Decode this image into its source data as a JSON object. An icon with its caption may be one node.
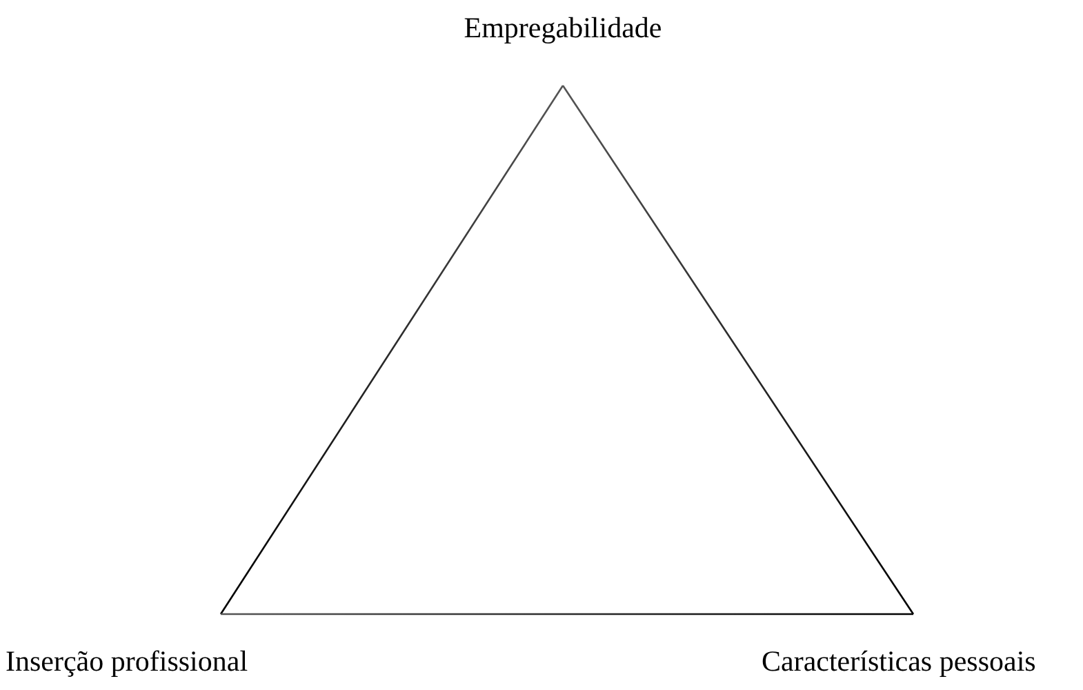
{
  "diagram": {
    "nodes": [
      {
        "text": [
          "Empregabilidade"
        ]
      },
      {
        "text": [
          "Inserção profissional"
        ]
      },
      {
        "text": [
          "Características pessoais"
        ]
      }
    ],
    "edges": [
      {
        "from": 0,
        "to": 1,
        "arrow": "none"
      },
      {
        "from": 0,
        "to": 2,
        "arrow": "none"
      },
      {
        "from": 1,
        "to": 2,
        "arrow": "none"
      }
    ]
  }
}
